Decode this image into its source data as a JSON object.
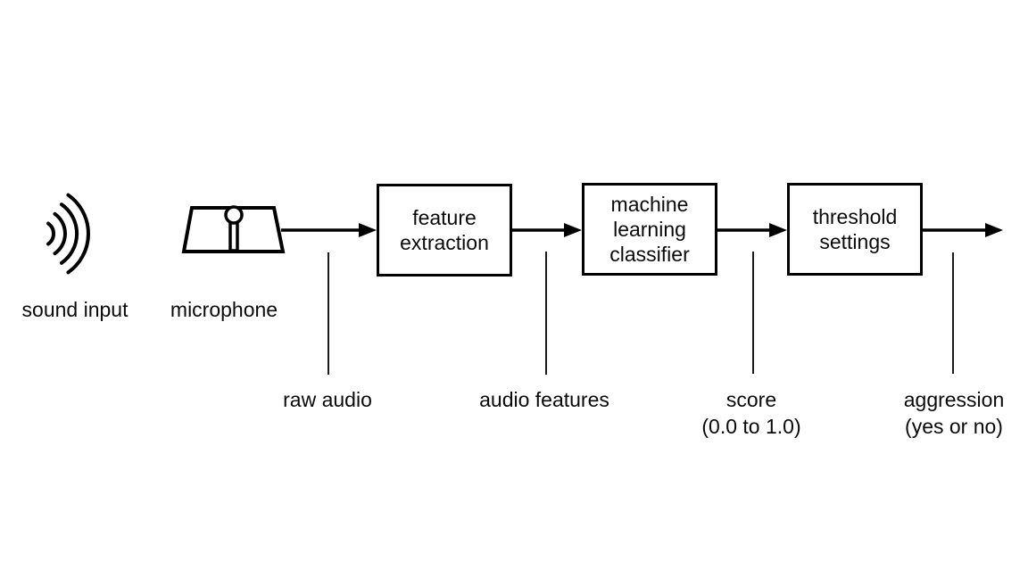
{
  "colors": {
    "stroke": "#000000",
    "background": "#ffffff",
    "text": "#0a0a0a"
  },
  "source": {
    "sound_icon": "sound-waves-icon",
    "sound_label": "sound input",
    "microphone_icon": "microphone-icon",
    "microphone_label": "microphone"
  },
  "stages": [
    {
      "lines": [
        "feature",
        "extraction"
      ]
    },
    {
      "lines": [
        "machine",
        "learning",
        "classifier"
      ]
    },
    {
      "lines": [
        "threshold",
        "settings"
      ]
    }
  ],
  "signals": [
    {
      "lines": [
        "raw audio"
      ]
    },
    {
      "lines": [
        "audio features"
      ]
    },
    {
      "lines": [
        "score",
        "(0.0 to 1.0)"
      ]
    },
    {
      "lines": [
        "aggression",
        "(yes or no)"
      ]
    }
  ]
}
